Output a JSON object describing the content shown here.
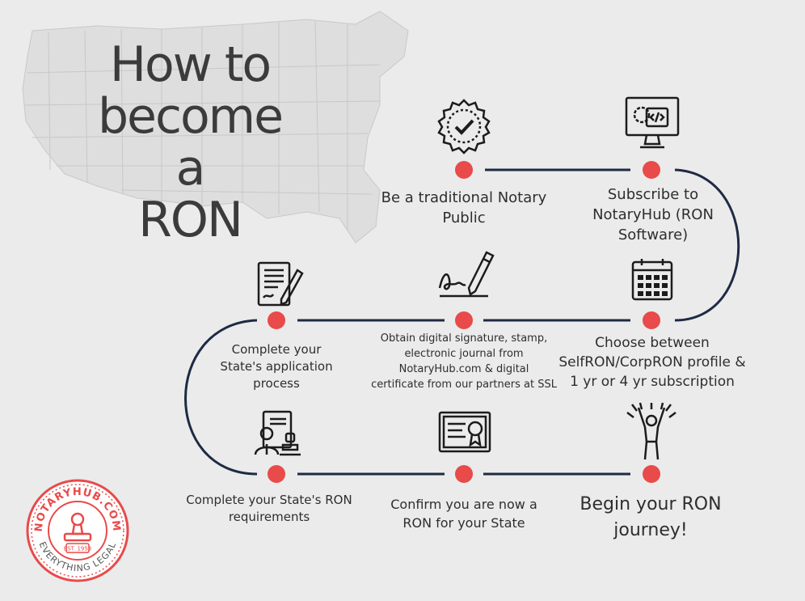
{
  "title": {
    "line1": "How to",
    "line2": "become a",
    "line3": "RON"
  },
  "colors": {
    "path": "#1f2a44",
    "node": "#e94a4a",
    "text": "#2e2e2e",
    "map": "#d9d9d9",
    "logo": "#e94a4a"
  },
  "steps": [
    {
      "line1": "Be a traditional Notary",
      "line2": "Public",
      "icon": "badge-check-icon"
    },
    {
      "line1": "Subscribe to",
      "line2": "NotaryHub (RON",
      "line3": "Software)",
      "icon": "computer-code-icon"
    },
    {
      "line1": "Choose between",
      "line2": "SelfRON/CorpRON profile &",
      "line3": "1 yr or 4 yr subscription",
      "icon": "calendar-icon"
    },
    {
      "line1": "Obtain digital signature, stamp,",
      "line2": "electronic journal from",
      "line3": "NotaryHub.com & digital",
      "line4": "certificate from our partners at SSL",
      "icon": "signature-pen-icon"
    },
    {
      "line1": "Complete your",
      "line2": "State's application",
      "line3": "process",
      "icon": "document-pen-icon"
    },
    {
      "line1": "Complete your State's RON",
      "line2": "requirements",
      "icon": "official-stamp-icon"
    },
    {
      "line1": "Confirm you are now a",
      "line2": "RON for your State",
      "icon": "certificate-icon"
    },
    {
      "line1": "Begin your RON",
      "line2": "journey!",
      "icon": "celebrating-person-icon"
    }
  ],
  "logo": {
    "top_text": "NOTARYHUB.COM",
    "bottom_text": "EVERYTHING LEGAL",
    "est": "EST. 1953"
  }
}
